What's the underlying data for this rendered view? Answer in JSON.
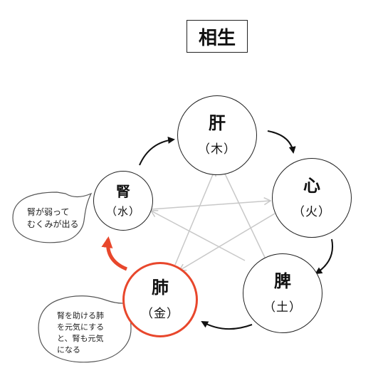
{
  "title": "相生",
  "nodes": {
    "wood": {
      "organ": "肝",
      "element": "（木）"
    },
    "fire": {
      "organ": "心",
      "element": "（火）"
    },
    "earth": {
      "organ": "脾",
      "element": "（土）"
    },
    "metal": {
      "organ": "肺",
      "element": "（金）"
    },
    "water": {
      "organ": "腎",
      "element": "（水）"
    }
  },
  "callouts": {
    "water_note": "腎が弱って\nむくみが出る",
    "metal_note": "腎を助ける肺\nを元気にする\nと、腎も元気\nになる"
  },
  "colors": {
    "highlight": "#e8472c",
    "cycle_arrow": "#111111",
    "control_lines": "#c8c8c8",
    "callout_border": "#555555"
  }
}
